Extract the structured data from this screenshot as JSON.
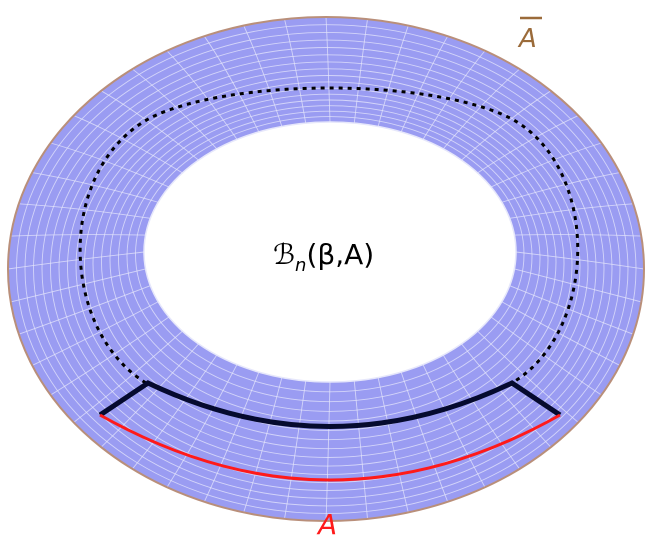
{
  "labels": {
    "center_label": "ℬ",
    "center_sub": "n",
    "center_args": "(β,A)",
    "region_a": "A",
    "region_a_bar": "A"
  },
  "colors": {
    "torus_fill": "#9a9cf2",
    "torus_edge": "#b98f7a",
    "grid": "#e6e7fb",
    "region_a": "#ff1a1a",
    "region_a_bar": "#9b6b3a",
    "curve": "#050a2e",
    "dotted": "#000000",
    "text": "#000000"
  }
}
